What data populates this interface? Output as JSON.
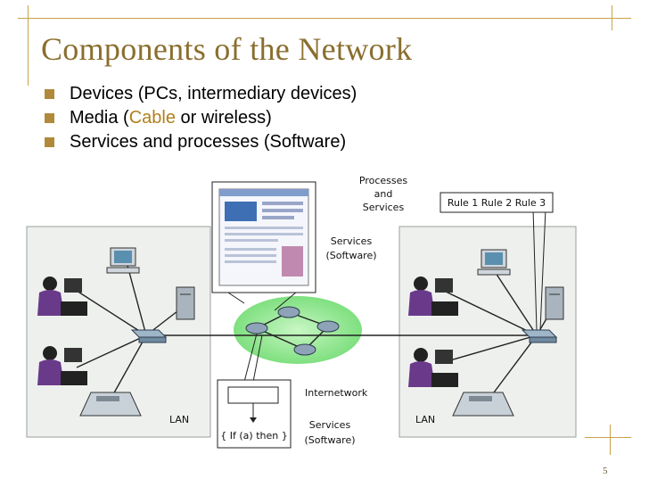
{
  "slide": {
    "title": "Components of the Network",
    "number": "5",
    "accent_color": "#c8a24a",
    "title_color": "#8a6e2e",
    "bullet_color": "#b08a3a",
    "highlight_color": "#b0801c"
  },
  "bullets": [
    {
      "text": "Devices (PCs, intermediary devices)"
    },
    {
      "pre": "Media (",
      "highlight": "Cable",
      "post": " or wireless)"
    },
    {
      "text": "Services and processes (Software)"
    }
  ],
  "diagram": {
    "top_label_lines": [
      "Processes",
      "and",
      "Services"
    ],
    "rules_text": "Rule 1 Rule 2 Rule 3",
    "services_upper_lines": [
      "Services",
      "(Software)"
    ],
    "services_lower_lines": [
      "Services",
      "(Software)"
    ],
    "internetwork_label": "Internetwork",
    "left_lan_label": "LAN",
    "right_lan_label": "LAN",
    "flowchart_text": "{ If (a) then }",
    "cloud_color": "#7fe07f"
  }
}
